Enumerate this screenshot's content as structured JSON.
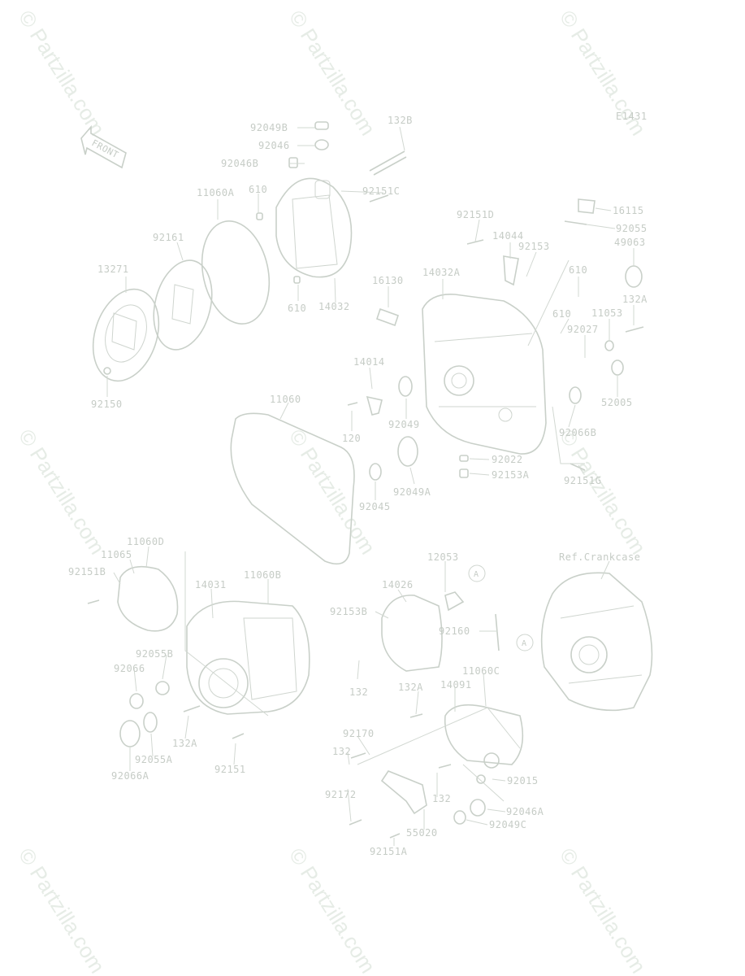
{
  "diagram_code": "E1431",
  "front_label": "FRONT",
  "ref_note": "Ref.Crankcase",
  "callout_letter": "A",
  "watermark": "© Partzilla.com",
  "colors": {
    "ink": "#c6ccc6",
    "watermark": "#e6ece6"
  },
  "labels": {
    "p92049B": "92049B",
    "p92046": "92046",
    "p92046B": "92046B",
    "p132B": "132B",
    "p11060A": "11060A",
    "p610a": "610",
    "p92151C": "92151C",
    "p92161": "92161",
    "p13271": "13271",
    "p610b": "610",
    "p14032": "14032",
    "p92150": "92150",
    "p92151D": "92151D",
    "p16115": "16115",
    "p92055": "92055",
    "p14044": "14044",
    "p92153": "92153",
    "p49063": "49063",
    "p14032A": "14032A",
    "p16130": "16130",
    "p610c": "610",
    "p132A_a": "132A",
    "p610d": "610",
    "p11053": "11053",
    "p92027": "92027",
    "p14014": "14014",
    "p11060": "11060",
    "p52005": "52005",
    "p120": "120",
    "p92049": "92049",
    "p92066B": "92066B",
    "p92022": "92022",
    "p92153A": "92153A",
    "p92151G": "92151G",
    "p92049A": "92049A",
    "p92045": "92045",
    "p11060D": "11060D",
    "p11065": "11065",
    "p92151B": "92151B",
    "p14031": "14031",
    "p11060B": "11060B",
    "p12053": "12053",
    "p14026": "14026",
    "p92153B": "92153B",
    "p92160": "92160",
    "p92055B": "92055B",
    "p92066": "92066",
    "p132a": "132",
    "p11060C": "11060C",
    "p132A_b": "132A",
    "p14091": "14091",
    "p132A_c": "132A",
    "p92170": "92170",
    "p132b": "132",
    "p92055A": "92055A",
    "p92151": "92151",
    "p92066A": "92066A",
    "p92015": "92015",
    "p132c": "132",
    "p92172": "92172",
    "p92046A": "92046A",
    "p55020": "55020",
    "p92049C": "92049C",
    "p92151A": "92151A"
  }
}
